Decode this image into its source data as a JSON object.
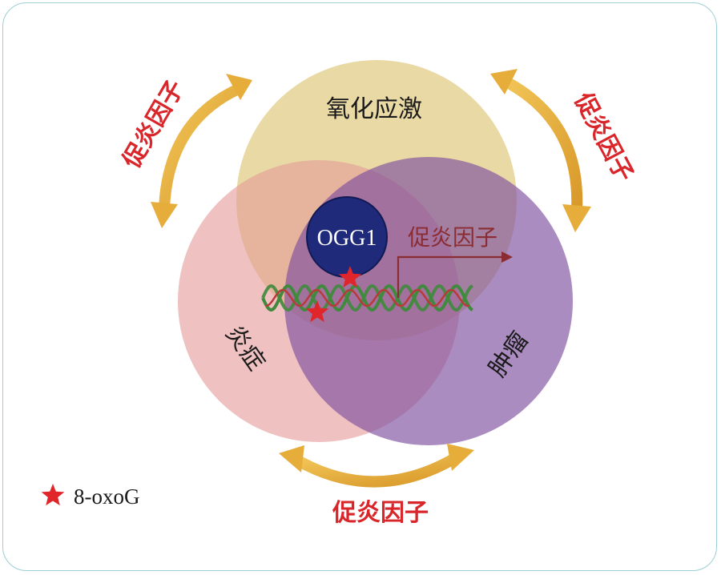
{
  "circles": {
    "top_label": "氧化应激",
    "left_label": "炎症",
    "right_label": "肿瘤"
  },
  "center": {
    "enzyme_label": "OGG1",
    "arrow_label": "促炎因子"
  },
  "cycle_arrows": {
    "top_left_label": "促炎因子",
    "top_right_label": "促炎因子",
    "bottom_label": "促炎因子"
  },
  "legend": {
    "symbol_label": "8-oxoG"
  },
  "colors": {
    "oxidative_stress": "#e3cf8e",
    "inflammation": "#e9a7a5",
    "tumor": "#8e65ad",
    "ogg1": "#1f2a7a",
    "star": "#e0262a",
    "arrow_gold": "#e6ad3a",
    "label_red": "#d9262b",
    "dna_green": "#3f8a3c",
    "dna_red": "#c33a3a",
    "frame": "#9ccfd3"
  }
}
